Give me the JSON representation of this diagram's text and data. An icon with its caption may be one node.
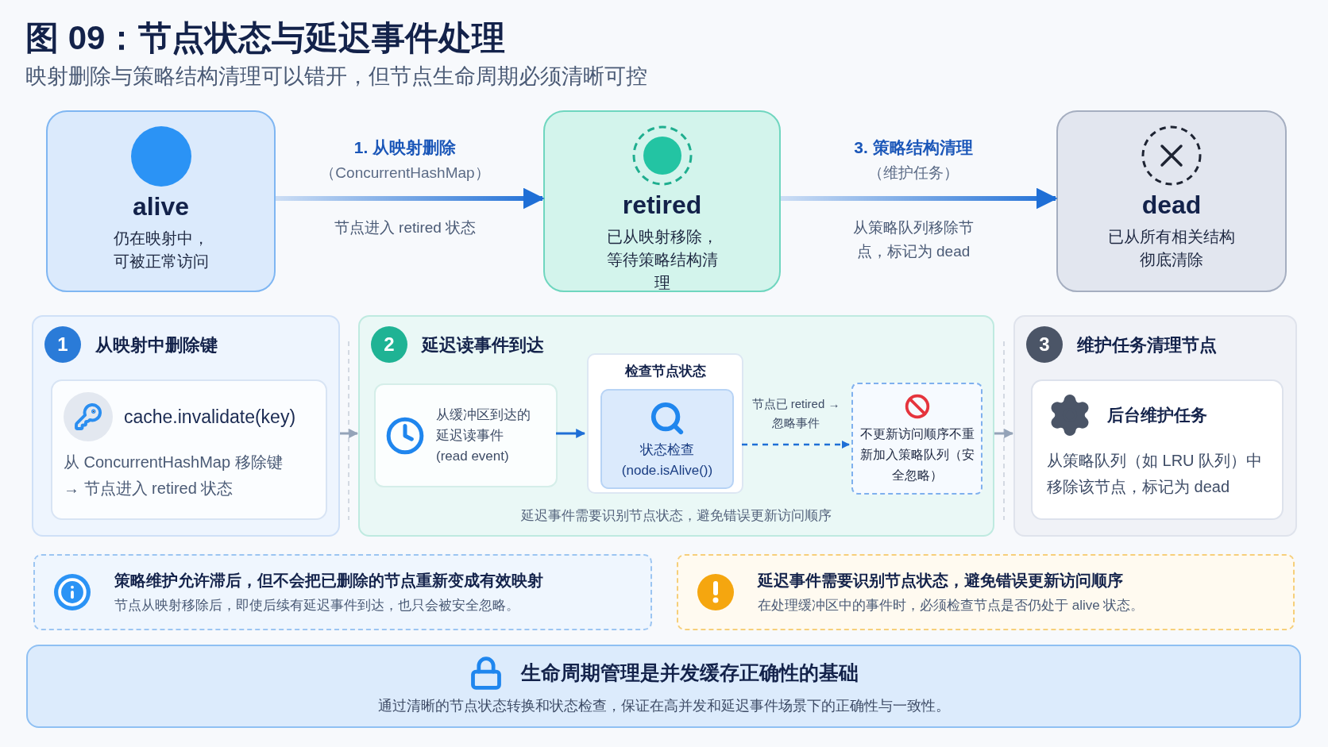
{
  "diagram": {
    "title": "图 09：节点状态与延迟事件处理",
    "nodes": [
      {
        "text": [
          "alive",
          "仍在映射中，可被正常访问"
        ]
      },
      {
        "text": [
          "retired",
          "已从映射移除，等待策略结构清理"
        ]
      },
      {
        "text": [
          "dead",
          "已从所有相关结构彻底清除"
        ]
      },
      {
        "text": [
          "1",
          "从映射中删除键"
        ]
      },
      {
        "text": [
          "cache.invalidate(key)",
          "从 ConcurrentHashMap 移除键 → 节点进入 retired 状态"
        ],
        "in": 3
      },
      {
        "text": [
          "2",
          "延迟读事件到达",
          "延迟事件需要识别节点状态，避免错误更新访问顺序"
        ]
      },
      {
        "text": [
          "从缓冲区到达的延迟读事件 (read event)"
        ],
        "in": 5
      },
      {
        "text": [
          "检查节点状态"
        ],
        "in": 5
      },
      {
        "text": [
          "状态检查 (node.isAlive())"
        ],
        "in": 7
      },
      {
        "text": [
          "不更新访问顺序不重新加入策略队列（安全忽略）"
        ],
        "in": 5
      },
      {
        "text": [
          "3",
          "维护任务清理节点"
        ]
      },
      {
        "text": [
          "后台维护任务",
          "从策略队列（如 LRU 队列）中移除该节点，标记为 dead"
        ],
        "in": 10
      },
      {
        "text": [
          "策略维护允许滞后，但不会把已删除的节点重新变成有效映射",
          "节点从映射移除后，即使后续有延迟事件到达，也只会被安全忽略。"
        ]
      },
      {
        "text": [
          "延迟事件需要识别节点状态，避免错误更新访问顺序",
          "在处理缓冲区中的事件时，必须检查节点是否仍处于 alive 状态。"
        ]
      },
      {
        "text": [
          "生命周期管理是并发缓存正确性的基础",
          "通过清晰的节点状态转换和状态检查，保证在高并发和延迟事件场景下的正确性与一致性。"
        ]
      }
    ],
    "edges": [
      {
        "from": 0,
        "to": 1,
        "arrow": "to",
        "label": "1. 从映射删除",
        "style": "thick"
      },
      {
        "from": 1,
        "to": 2,
        "arrow": "to",
        "label": "3. 策略结构清理",
        "style": "thick"
      },
      {
        "from": 3,
        "to": 5,
        "arrow": "to",
        "color": "#94a3b8"
      },
      {
        "from": 5,
        "to": 10,
        "arrow": "to",
        "color": "#94a3b8"
      },
      {
        "from": 6,
        "to": 7,
        "arrow": "to",
        "color": "#1f6fd6"
      },
      {
        "from": 7,
        "to": 9,
        "arrow": "to",
        "label": "节点已 retired → 忽略事件",
        "style": "dashed",
        "color": "#1f6fd6"
      }
    ],
    "labels": [
      "映射删除与策略结构清理可以错开，但节点生命周期必须清晰可控",
      "（ConcurrentHashMap）",
      "节点进入 retired 状态",
      "（维护任务）",
      "从策略队列移除节点，标记为 dead"
    ]
  }
}
